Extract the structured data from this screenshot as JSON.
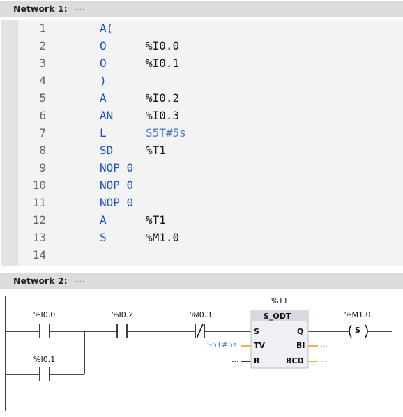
{
  "network1": {
    "title": "Network 1:",
    "comment": "....."
  },
  "network2": {
    "title": "Network 2:",
    "comment": "....."
  },
  "stl_lines": [
    {
      "n": "1",
      "ins": "A(",
      "opd": ""
    },
    {
      "n": "2",
      "ins": "O",
      "opd": "%I0.0"
    },
    {
      "n": "3",
      "ins": "O",
      "opd": "%I0.1"
    },
    {
      "n": "4",
      "ins": ")",
      "opd": ""
    },
    {
      "n": "5",
      "ins": "A",
      "opd": "%I0.2"
    },
    {
      "n": "6",
      "ins": "AN",
      "opd": "%I0.3"
    },
    {
      "n": "7",
      "ins": "L",
      "opd": "S5T#5s",
      "blue": true
    },
    {
      "n": "8",
      "ins": "SD",
      "opd": "%T1"
    },
    {
      "n": "9",
      "ins": "NOP 0",
      "opd": ""
    },
    {
      "n": "10",
      "ins": "NOP 0",
      "opd": ""
    },
    {
      "n": "11",
      "ins": "NOP 0",
      "opd": ""
    },
    {
      "n": "12",
      "ins": "A",
      "opd": "%T1"
    },
    {
      "n": "13",
      "ins": "S",
      "opd": "%M1.0"
    },
    {
      "n": "14",
      "ins": "",
      "opd": ""
    }
  ],
  "ladder": {
    "contact_i00": "%I0.0",
    "contact_i01": "%I0.1",
    "contact_i02": "%I0.2",
    "contact_i03": "%I0.3",
    "timer_tag": "%T1",
    "timer_type": "S_ODT",
    "pin_s": "S",
    "pin_tv": "TV",
    "pin_r": "R",
    "pin_q": "Q",
    "pin_bi": "BI",
    "pin_bcd": "BCD",
    "tv_value": "S5T#5s",
    "r_value": "...",
    "bi_value": "...",
    "bcd_value": "...",
    "coil_tag": "%M1.0",
    "coil_symbol": "S"
  },
  "colors": {
    "accent_blue": "#1a4fc2",
    "param_orange": "#f0a020",
    "header_bg": "#dcdcdc"
  }
}
